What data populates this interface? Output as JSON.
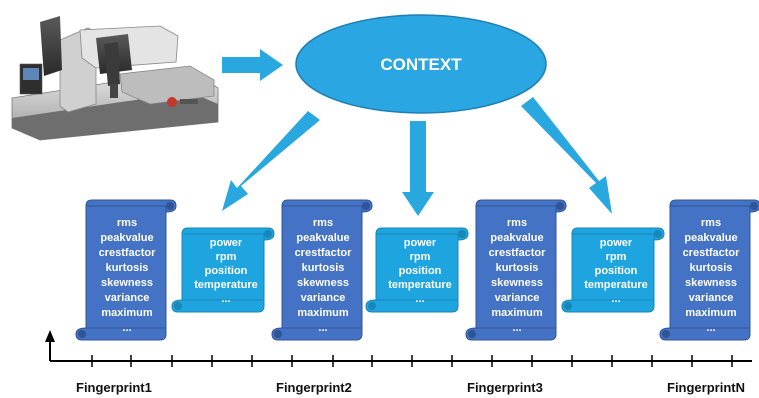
{
  "context": {
    "label": "CONTEXT"
  },
  "machine": {
    "image_label": "machine-tool"
  },
  "colors": {
    "arrow": "#29A8E0",
    "ellipse": "#2AA6E2",
    "vibration_scroll": "#4472C4",
    "context_scroll": "#1EA5E0",
    "timeline": "#000000"
  },
  "vibration_features": [
    "rms",
    "peakvalue",
    "crestfactor",
    "kurtosis",
    "skewness",
    "variance",
    "maximum",
    "..."
  ],
  "context_features": [
    "power",
    "rpm",
    "position",
    "temperature",
    "..."
  ],
  "fingerprints": [
    "Fingerprint1",
    "Fingerprint2",
    "Fingerprint3",
    "FingerprintN"
  ]
}
